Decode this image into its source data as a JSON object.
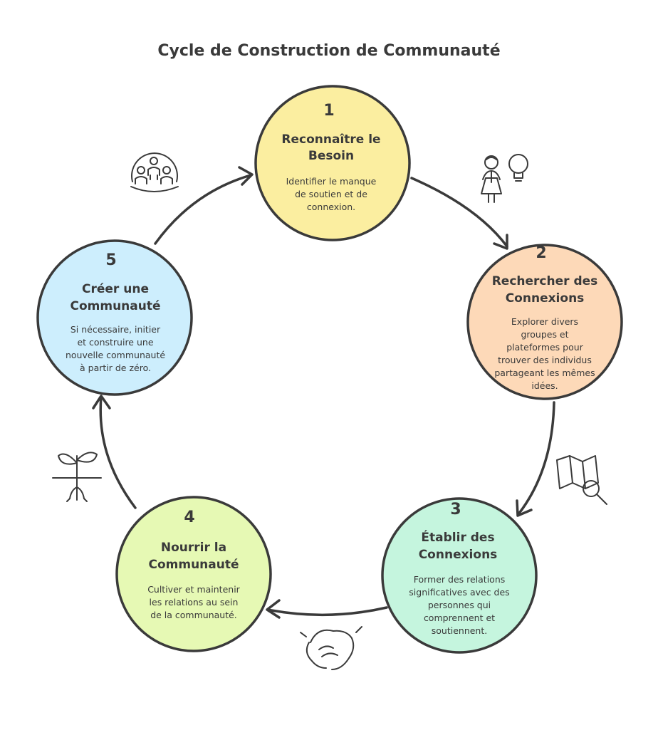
{
  "title": "Cycle de Construction de Communauté",
  "steps": [
    {
      "number": "1",
      "heading": [
        "Reconnaître le",
        "Besoin"
      ],
      "description": [
        "Identifier le manque",
        "de soutien et de",
        "connexion."
      ],
      "color": "#fbeea0"
    },
    {
      "number": "2",
      "heading": [
        "Rechercher des",
        "Connexions"
      ],
      "description": [
        "Explorer divers",
        "groupes et",
        "plateformes pour",
        "trouver des individus",
        "partageant les mêmes",
        "idées."
      ],
      "color": "#fdd9b8"
    },
    {
      "number": "3",
      "heading": [
        "Établir des",
        "Connexions"
      ],
      "description": [
        "Former des relations",
        "significatives avec des",
        "personnes qui",
        "comprennent et",
        "soutiennent."
      ],
      "color": "#c5f5de"
    },
    {
      "number": "4",
      "heading": [
        "Nourrir la",
        "Communauté"
      ],
      "description": [
        "Cultiver et maintenir",
        "les relations au sein",
        "de la communauté."
      ],
      "color": "#e6f9b4"
    },
    {
      "number": "5",
      "heading": [
        "Créer une",
        "Communauté"
      ],
      "description": [
        "Si nécessaire, initier",
        "et construire une",
        "nouvelle communauté",
        "à partir de zéro."
      ],
      "color": "#cdeefd"
    }
  ],
  "icons": [
    "community-group-icon",
    "person-idea-icon",
    "map-search-icon",
    "handshake-icon",
    "sprout-icon"
  ]
}
